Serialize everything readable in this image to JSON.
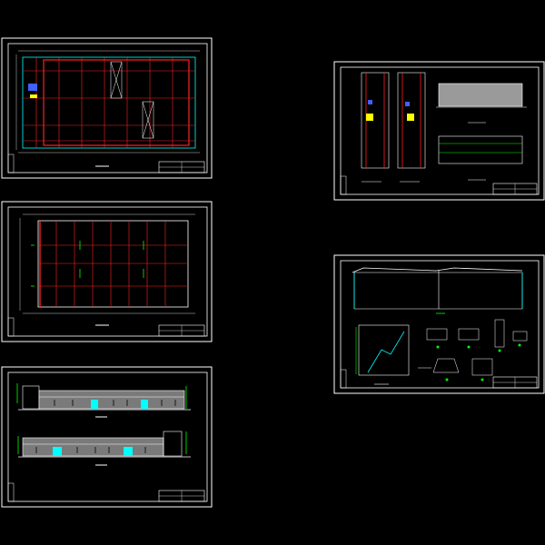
{
  "viewer": {
    "background": "#000000",
    "sheet_line_color": "#ffffff"
  },
  "colors": {
    "red": "#ff2020",
    "green": "#00ff00",
    "cyan": "#00ffff",
    "blue": "#4060ff",
    "yellow": "#ffff00",
    "white": "#ffffff",
    "gray": "#9a9a9a"
  },
  "sheets": [
    {
      "id": "sheet-floor-plan-1",
      "content": "floor-plan-grid"
    },
    {
      "id": "sheet-floor-plan-2",
      "content": "roof-plan-grid"
    },
    {
      "id": "sheet-elevations",
      "content": "elevations"
    },
    {
      "id": "sheet-stair-sections",
      "content": "stair-sections"
    },
    {
      "id": "sheet-section-details",
      "content": "section-details"
    }
  ]
}
